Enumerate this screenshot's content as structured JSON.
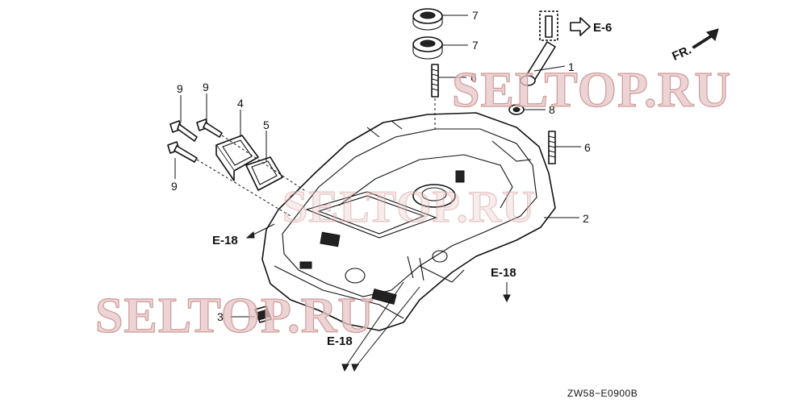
{
  "diagram": {
    "callouts": [
      {
        "id": "c1",
        "label": "1"
      },
      {
        "id": "c2",
        "label": "2"
      },
      {
        "id": "c3",
        "label": "3"
      },
      {
        "id": "c4",
        "label": "4"
      },
      {
        "id": "c5",
        "label": "5"
      },
      {
        "id": "c6a",
        "label": "6"
      },
      {
        "id": "c6b",
        "label": "6"
      },
      {
        "id": "c7a",
        "label": "7"
      },
      {
        "id": "c7b",
        "label": "7"
      },
      {
        "id": "c8",
        "label": "8"
      },
      {
        "id": "c9a",
        "label": "9"
      },
      {
        "id": "c9b",
        "label": "9"
      },
      {
        "id": "c9c",
        "label": "9"
      }
    ],
    "references": {
      "e6": "E-6",
      "e18_left": "E-18",
      "e18_right": "E-18",
      "e18_bottom": "E-18"
    },
    "front_marker": "FR.",
    "drawing_code": "ZW58−E0900B",
    "watermark": "SELTOP.RU"
  }
}
